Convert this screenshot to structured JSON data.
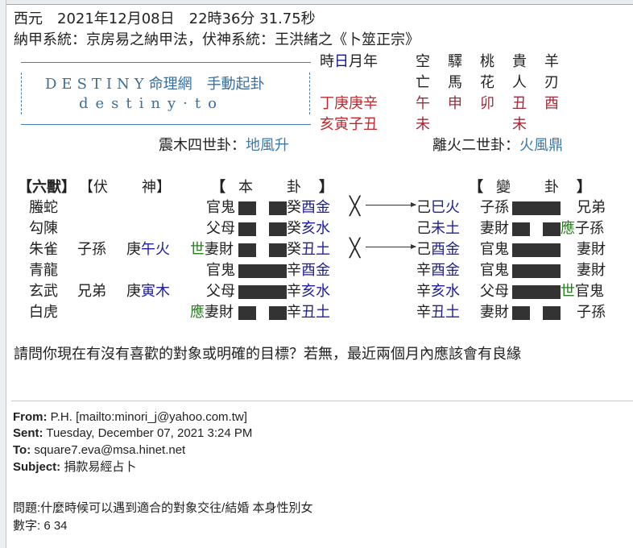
{
  "header": {
    "date_line": "西元　2021年12月08日　22時36分 31.75秒",
    "system_line": "納甲系統：京房易之納甲法，伏神系統：王洪緒之《卜筮正宗》"
  },
  "logo": {
    "line1_en": "DESTINY",
    "line1_cn": "命理網　手動起卦",
    "line2": "destiny·to"
  },
  "pillars": {
    "labels": [
      "時",
      "日",
      "月",
      "年"
    ],
    "stems": "丁庚庚辛",
    "branches": "亥寅子丑"
  },
  "shensha": {
    "headers_top": [
      "空",
      "驛",
      "桃",
      "貴",
      "羊"
    ],
    "headers_bottom": [
      "亡",
      "馬",
      "花",
      "人",
      "刃"
    ],
    "row1": [
      "午",
      "申",
      "卯",
      "丑",
      "酉"
    ],
    "row2": [
      "未",
      "",
      "",
      "未",
      ""
    ]
  },
  "gua": {
    "ben_palace": "震木四世卦：",
    "ben_name": "地風升",
    "bian_palace": "離火二世卦：",
    "bian_name": "火風鼎"
  },
  "table": {
    "h_liushou": "【六獸】",
    "h_fushen_l": "【伏",
    "h_fushen_r": "神】",
    "h_ben_l": "【",
    "h_ben_m1": "本",
    "h_ben_m2": "卦",
    "h_ben_r": "】",
    "h_bian_l": "【",
    "h_bian_m1": "變",
    "h_bian_m2": "卦",
    "h_bian_r": "】",
    "rows": [
      {
        "beast": "螣蛇",
        "fu_rel": "",
        "fu_stem": "",
        "fu_branch": "",
        "mark": "",
        "rel": "官鬼",
        "line": "yin",
        "stem": "癸",
        "branch": "酉金",
        "moving": true,
        "bian_stem": "己",
        "bian_branch": "巳火",
        "bian_rel": "子孫",
        "bian_line": "yang",
        "bian_mark": "",
        "bian_rel2": "兄弟"
      },
      {
        "beast": "勾陳",
        "fu_rel": "",
        "fu_stem": "",
        "fu_branch": "",
        "mark": "",
        "rel": "父母",
        "line": "yin",
        "stem": "癸",
        "branch": "亥水",
        "moving": false,
        "bian_stem": "己",
        "bian_branch": "未土",
        "bian_rel": "妻財",
        "bian_line": "yin",
        "bian_mark": "應",
        "bian_rel2": "子孫"
      },
      {
        "beast": "朱雀",
        "fu_rel": "子孫",
        "fu_stem": "庚",
        "fu_branch": "午火",
        "mark": "世",
        "rel": "妻財",
        "line": "yin",
        "stem": "癸",
        "branch": "丑土",
        "moving": true,
        "bian_stem": "己",
        "bian_branch": "酉金",
        "bian_rel": "官鬼",
        "bian_line": "yang",
        "bian_mark": "",
        "bian_rel2": "妻財"
      },
      {
        "beast": "青龍",
        "fu_rel": "",
        "fu_stem": "",
        "fu_branch": "",
        "mark": "",
        "rel": "官鬼",
        "line": "yang",
        "stem": "辛",
        "branch": "酉金",
        "moving": false,
        "bian_stem": "辛",
        "bian_branch": "酉金",
        "bian_rel": "官鬼",
        "bian_line": "yang",
        "bian_mark": "",
        "bian_rel2": "妻財"
      },
      {
        "beast": "玄武",
        "fu_rel": "兄弟",
        "fu_stem": "庚",
        "fu_branch": "寅木",
        "mark": "",
        "rel": "父母",
        "line": "yang",
        "stem": "辛",
        "branch": "亥水",
        "moving": false,
        "bian_stem": "辛",
        "bian_branch": "亥水",
        "bian_rel": "父母",
        "bian_line": "yang",
        "bian_mark": "世",
        "bian_rel2": "官鬼"
      },
      {
        "beast": "白虎",
        "fu_rel": "",
        "fu_stem": "",
        "fu_branch": "",
        "mark": "應",
        "rel": "妻財",
        "line": "yin",
        "stem": "辛",
        "branch": "丑土",
        "moving": false,
        "bian_stem": "辛",
        "bian_branch": "丑土",
        "bian_rel": "妻財",
        "bian_line": "yin",
        "bian_mark": "",
        "bian_rel2": "子孫"
      }
    ],
    "moving_mark": "╳"
  },
  "reply": "請問你現在有沒有喜歡的對象或明確的目標？若無，最近兩個月內應該會有良緣",
  "email": {
    "from_label": "From:",
    "from_value": "P.H. [mailto:minori_j@yahoo.com.tw]",
    "sent_label": "Sent:",
    "sent_value": "Tuesday, December 07, 2021 3:24 PM",
    "to_label": "To:",
    "to_value": "square7.eva@msa.hinet.net",
    "subject_label": "Subject:",
    "subject_value": "捐款易經占卜",
    "question": "問題:什麼時候可以遇到適合的對象交往/結婚  本身性別女",
    "numbers": "數字: 6 34"
  },
  "colors": {
    "stem_branch_red": "#c2272d",
    "element_blue": "#1f1f9c",
    "shi_ying_green": "#2a7a22",
    "gua_name_teal": "#3c7aa8",
    "logo_blue": "#3a6f9c"
  }
}
